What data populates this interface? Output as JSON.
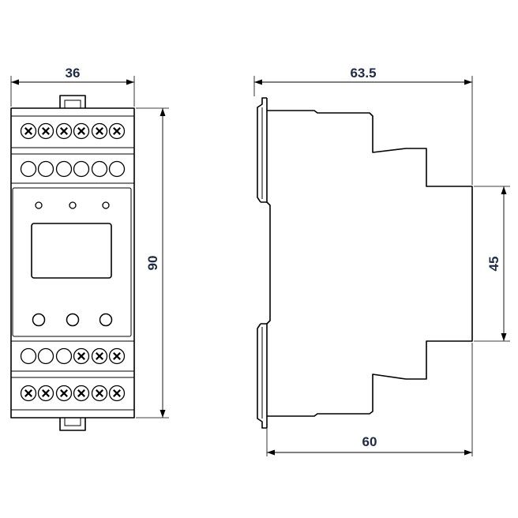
{
  "dimensions": {
    "front_width": "36",
    "front_height": "90",
    "side_depth": "63.5",
    "side_base_depth": "60",
    "side_front_height": "45"
  },
  "terminals": {
    "top_row_screws": 6,
    "top_row_holes": 6,
    "bottom_row_mixed_holes": 3,
    "bottom_row_mixed_screws": 3,
    "bottom_row_screws": 6
  },
  "front_panel": {
    "leds": 3,
    "buttons": 3
  }
}
